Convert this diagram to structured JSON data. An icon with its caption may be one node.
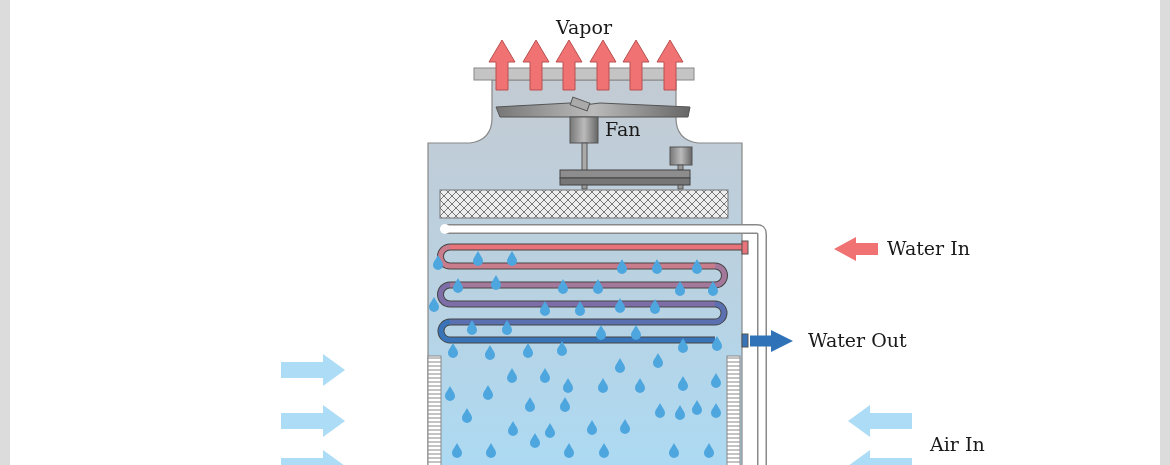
{
  "diagram": {
    "labels": [
      "Vapor",
      "Fan",
      "Water In",
      "Water Out",
      "Air In"
    ]
  }
}
